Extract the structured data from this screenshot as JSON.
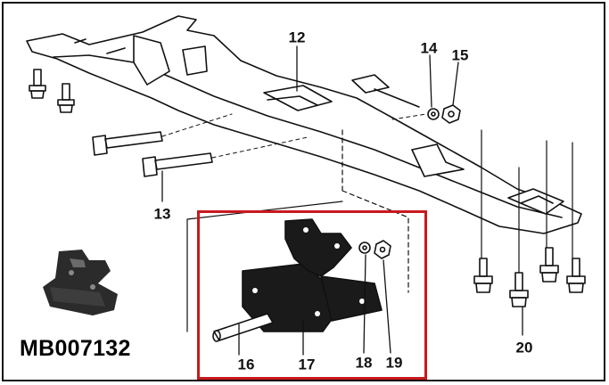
{
  "part_number": "MB007132",
  "highlight_color": "#c8191e",
  "callouts": [
    {
      "id": "12",
      "label": "12"
    },
    {
      "id": "13",
      "label": "13"
    },
    {
      "id": "14",
      "label": "14"
    },
    {
      "id": "15",
      "label": "15"
    },
    {
      "id": "16",
      "label": "16"
    },
    {
      "id": "17",
      "label": "17"
    },
    {
      "id": "18",
      "label": "18"
    },
    {
      "id": "19",
      "label": "19"
    },
    {
      "id": "20",
      "label": "20"
    }
  ]
}
